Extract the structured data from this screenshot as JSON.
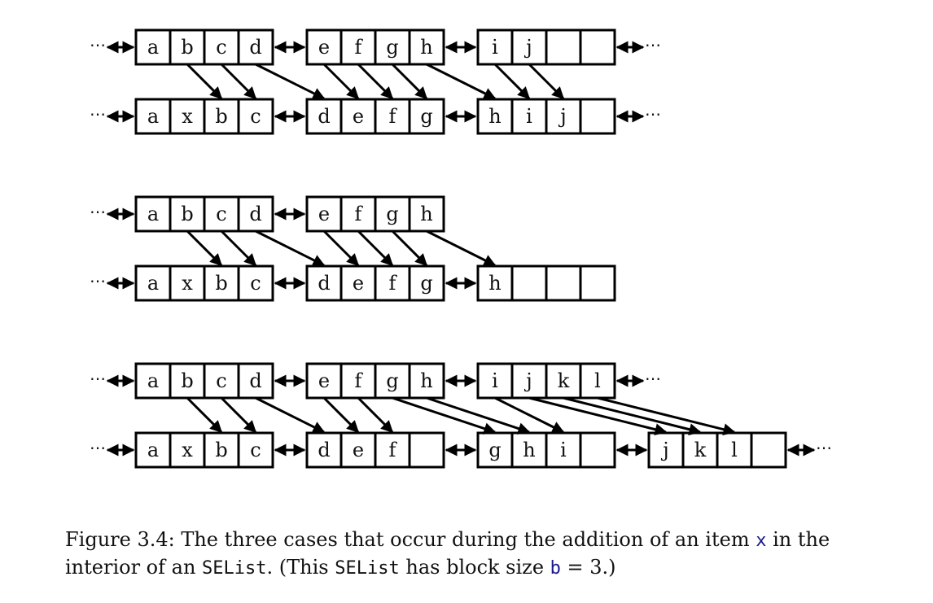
{
  "diagram": {
    "cases": [
      {
        "before": {
          "left_continues": true,
          "right_continues": true,
          "blocks": [
            [
              "a",
              "b",
              "c",
              "d"
            ],
            [
              "e",
              "f",
              "g",
              "h"
            ],
            [
              "i",
              "j",
              "",
              ""
            ]
          ]
        },
        "after": {
          "left_continues": true,
          "right_continues": true,
          "blocks": [
            [
              "a",
              "x",
              "b",
              "c"
            ],
            [
              "d",
              "e",
              "f",
              "g"
            ],
            [
              "h",
              "i",
              "j",
              ""
            ]
          ]
        },
        "moves": [
          [
            "b",
            "b"
          ],
          [
            "c",
            "c"
          ],
          [
            "d",
            "d"
          ],
          [
            "e",
            "e"
          ],
          [
            "f",
            "f"
          ],
          [
            "g",
            "g"
          ],
          [
            "h",
            "h"
          ],
          [
            "i",
            "i"
          ],
          [
            "j",
            "j"
          ]
        ]
      },
      {
        "before": {
          "left_continues": true,
          "right_continues": false,
          "blocks": [
            [
              "a",
              "b",
              "c",
              "d"
            ],
            [
              "e",
              "f",
              "g",
              "h"
            ]
          ]
        },
        "after": {
          "left_continues": true,
          "right_continues": false,
          "blocks": [
            [
              "a",
              "x",
              "b",
              "c"
            ],
            [
              "d",
              "e",
              "f",
              "g"
            ],
            [
              "h",
              "",
              "",
              ""
            ]
          ]
        },
        "moves": [
          [
            "b",
            "b"
          ],
          [
            "c",
            "c"
          ],
          [
            "d",
            "d"
          ],
          [
            "e",
            "e"
          ],
          [
            "f",
            "f"
          ],
          [
            "g",
            "g"
          ],
          [
            "h",
            "h"
          ]
        ]
      },
      {
        "before": {
          "left_continues": true,
          "right_continues": true,
          "blocks": [
            [
              "a",
              "b",
              "c",
              "d"
            ],
            [
              "e",
              "f",
              "g",
              "h"
            ],
            [
              "i",
              "j",
              "k",
              "l"
            ]
          ]
        },
        "after": {
          "left_continues": true,
          "right_continues": true,
          "blocks": [
            [
              "a",
              "x",
              "b",
              "c"
            ],
            [
              "d",
              "e",
              "f",
              ""
            ],
            [
              "g",
              "h",
              "i",
              ""
            ],
            [
              "j",
              "k",
              "l",
              ""
            ]
          ]
        },
        "moves": [
          [
            "b",
            "b"
          ],
          [
            "c",
            "c"
          ],
          [
            "d",
            "d"
          ],
          [
            "e",
            "e"
          ],
          [
            "f",
            "f"
          ],
          [
            "g",
            "g"
          ],
          [
            "h",
            "h"
          ],
          [
            "i",
            "i"
          ],
          [
            "j",
            "j"
          ],
          [
            "k",
            "k"
          ],
          [
            "l",
            "l"
          ]
        ]
      }
    ],
    "ellipsis": "⋯"
  },
  "caption": {
    "prefix": "Figure 3.4: The three cases that occur during the addition of an item ",
    "item_var": "x",
    "middle": " in the interior of an ",
    "class_name_1": "SEList",
    "text_after_class": ". (This ",
    "class_name_2": "SEList",
    "block_text": " has block size ",
    "block_var": "b",
    "block_value": " = 3.)"
  }
}
